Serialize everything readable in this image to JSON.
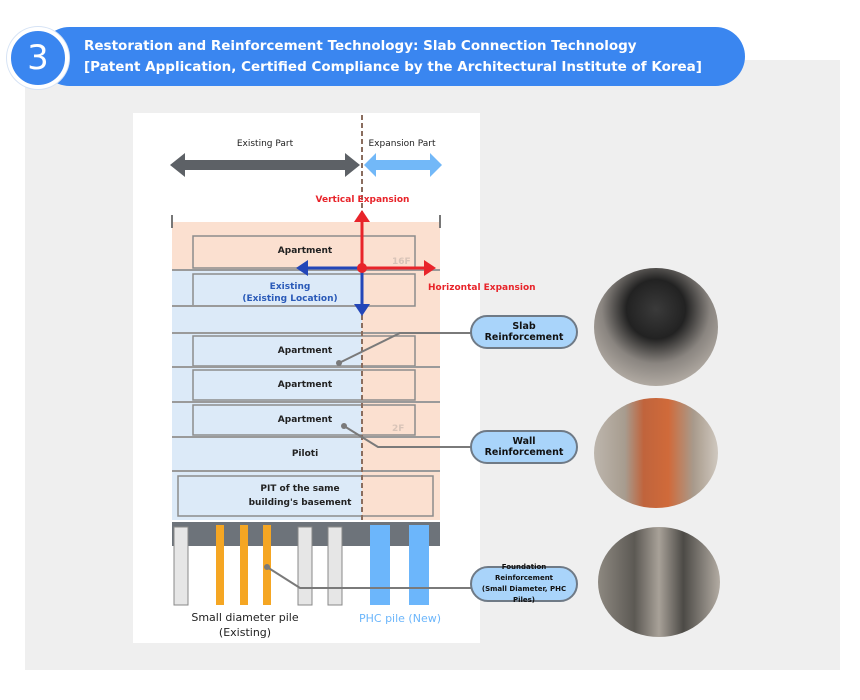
{
  "header": {
    "step_number": "3",
    "title_line1": "Restoration and Reinforcement Technology: Slab Connection Technology",
    "title_line2": "[Patent Application, Certified Compliance by the Architectural Institute of Korea]",
    "accent": "#3a86f0"
  },
  "diagram": {
    "existing_part": "Existing Part",
    "expansion_part": "Expansion Part",
    "vertical_expansion": "Vertical Expansion",
    "horizontal_expansion": "Horizontal Expansion",
    "existing_label": "Existing",
    "existing_location": "(Existing Location)",
    "floors": [
      "Apartment",
      "Apartment",
      "Apartment",
      "Apartment",
      "Piloti"
    ],
    "floor_16": "16F",
    "floor_2": "2F",
    "pit_line1": "PIT of the same",
    "pit_line2": "building's basement",
    "small_pile_line1": "Small diameter pile",
    "small_pile_line2": "(Existing)",
    "phc_pile": "PHC pile (New)"
  },
  "callouts": {
    "slab": "Slab Reinforcement",
    "wall": "Wall Reinforcement",
    "foundation_line1": "Foundation Reinforcement",
    "foundation_line2": "(Small Diameter, PHC Piles)"
  },
  "colors": {
    "existing": "#dceaf8",
    "expansion": "#fbe0d0",
    "red": "#e8242a",
    "blue": "#2346b8",
    "pile_orange": "#f5a623",
    "pile_blue": "#6cb6fb"
  }
}
